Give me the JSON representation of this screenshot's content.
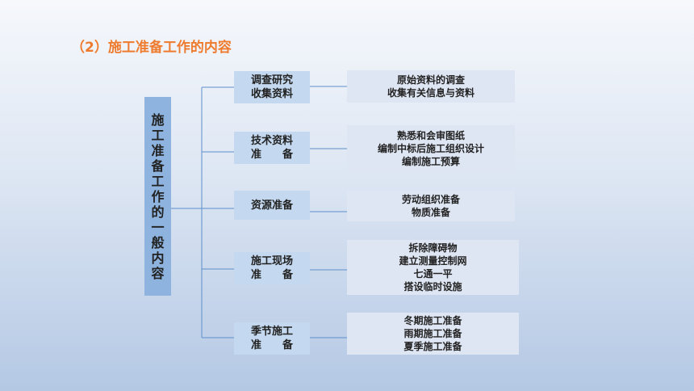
{
  "title": "（2）施工准备工作的内容",
  "root": [
    "施",
    "工",
    "准",
    "备",
    "工",
    "作",
    "的",
    "一",
    "般",
    "内",
    "容"
  ],
  "branches": [
    {
      "label": [
        "调查研究",
        "收集资料"
      ],
      "details": [
        "原始资料的调查",
        "收集有关信息与资料"
      ]
    },
    {
      "label": [
        "技术资料",
        "准　　备"
      ],
      "details": [
        "熟悉和会审图纸",
        "编制中标后施工组织设计",
        "编制施工预算"
      ]
    },
    {
      "label": [
        "资源准备"
      ],
      "details": [
        "劳动组织准备",
        "物质准备"
      ]
    },
    {
      "label": [
        "施工现场",
        "准　　备"
      ],
      "details": [
        "拆除障碍物",
        "建立测量控制网",
        "七通一平",
        "搭设临时设施"
      ]
    },
    {
      "label": [
        "季节施工",
        "准　　备"
      ],
      "details": [
        "冬期施工准备",
        "雨期施工准备",
        "夏季施工准备"
      ]
    }
  ],
  "colors": {
    "accent": "#ee7b2e",
    "line": "#5d8fcb",
    "root_box": "#8db3de",
    "mid_box": "#c4d8ef",
    "detail_box": "#dfe6f3"
  }
}
